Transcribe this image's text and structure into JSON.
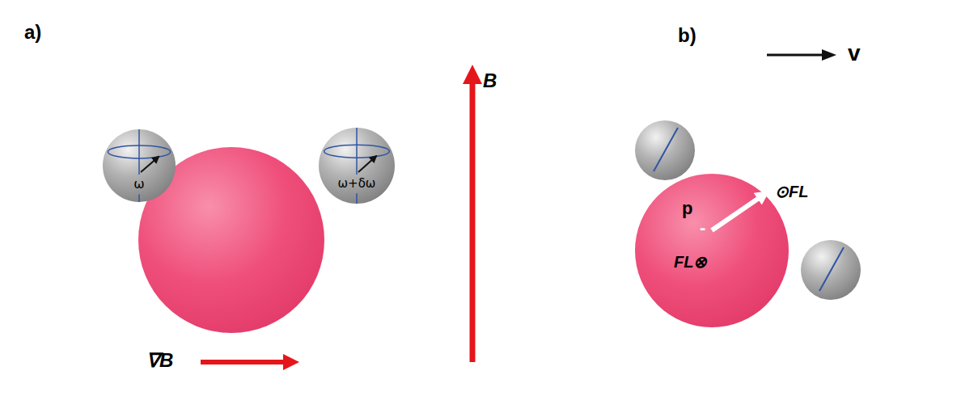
{
  "diagram": {
    "nodes": [
      {
        "text": [
          "ω"
        ]
      },
      {
        "text": [
          "ω+δω"
        ]
      },
      {
        "text": [
          "p",
          "-",
          "FL⊗"
        ]
      }
    ],
    "labels": [
      "a)",
      "b)",
      "B",
      "∇B",
      "v",
      "⊙FL"
    ]
  }
}
